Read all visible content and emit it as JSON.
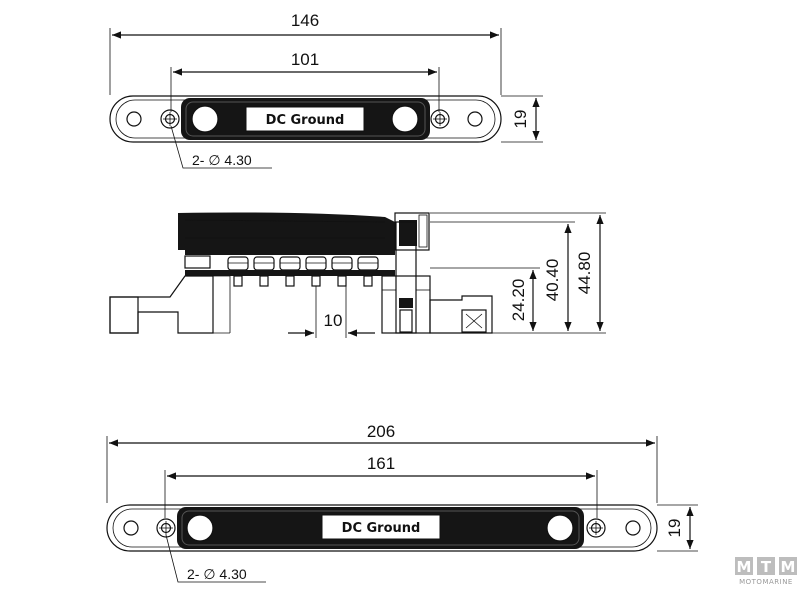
{
  "top_view": {
    "dim_overall": "146",
    "dim_holes": "101",
    "dim_height": "19",
    "hole_note": "2- ∅ 4.30",
    "label": "DC Ground"
  },
  "side_view": {
    "dim_pitch": "10",
    "dim_h1": "24.20",
    "dim_h2": "40.40",
    "dim_h3": "44.80"
  },
  "bottom_view": {
    "dim_overall": "206",
    "dim_holes": "161",
    "dim_height": "19",
    "hole_note": "2- ∅ 4.30",
    "label": "DC Ground"
  },
  "logo": {
    "letters": [
      "M",
      "T",
      "M"
    ],
    "subtitle": "MOTOMARINE"
  }
}
